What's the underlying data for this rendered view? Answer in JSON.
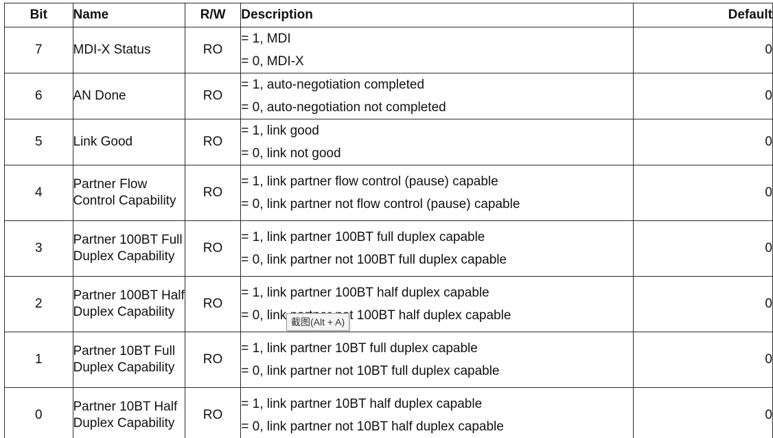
{
  "headers": {
    "bit": "Bit",
    "name": "Name",
    "rw": "R/W",
    "description": "Description",
    "default": "Default"
  },
  "rows": [
    {
      "bit": "7",
      "name": "MDI-X Status",
      "rw": "RO",
      "desc1": "= 1, MDI",
      "desc2": "= 0, MDI-X",
      "default": "0"
    },
    {
      "bit": "6",
      "name": "AN Done",
      "rw": "RO",
      "desc1": "= 1, auto-negotiation completed",
      "desc2": "= 0, auto-negotiation not completed",
      "default": "0"
    },
    {
      "bit": "5",
      "name": "Link Good",
      "rw": "RO",
      "desc1": "= 1, link good",
      "desc2": "= 0, link not good",
      "default": "0"
    },
    {
      "bit": "4",
      "name": "Partner Flow Control Capability",
      "rw": "RO",
      "desc1": "= 1, link partner flow control (pause) capable",
      "desc2": "= 0, link partner not flow control (pause) capable",
      "default": "0"
    },
    {
      "bit": "3",
      "name": "Partner 100BT Full Duplex Capability",
      "rw": "RO",
      "desc1": "= 1, link partner 100BT full duplex capable",
      "desc2": "= 0, link partner not 100BT full duplex capable",
      "default": "0"
    },
    {
      "bit": "2",
      "name": "Partner 100BT Half Duplex Capability",
      "rw": "RO",
      "desc1": "= 1, link partner 100BT half duplex capable",
      "desc2": "= 0, link partner not 100BT half duplex capable",
      "default": "0"
    },
    {
      "bit": "1",
      "name": "Partner 10BT Full Duplex Capability",
      "rw": "RO",
      "desc1": "= 1, link partner 10BT full duplex capable",
      "desc2": "= 0, link partner not 10BT full duplex capable",
      "default": "0"
    },
    {
      "bit": "0",
      "name": "Partner 10BT Half Duplex Capability",
      "rw": "RO",
      "desc1": "= 1, link partner 10BT half duplex capable",
      "desc2": "= 0, link partner not 10BT half duplex capable",
      "default": "0"
    }
  ],
  "tooltip": {
    "text": "截图(Alt + A)"
  }
}
